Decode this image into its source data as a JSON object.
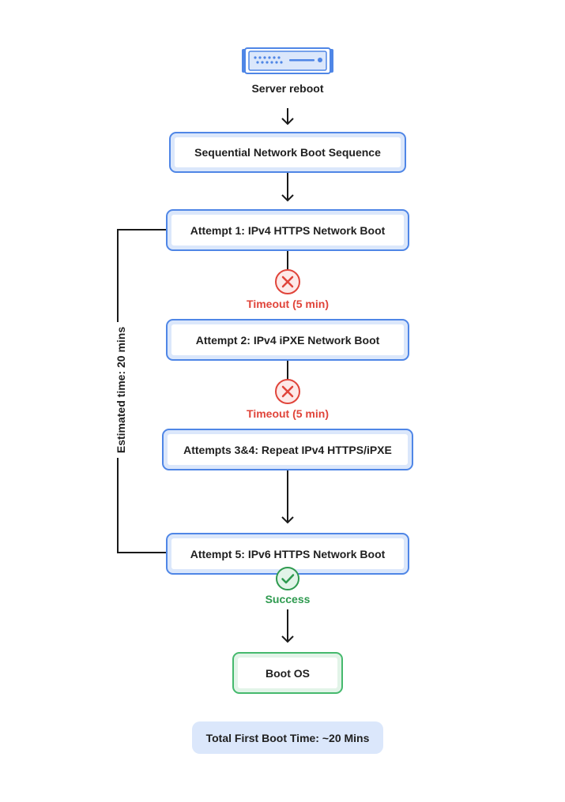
{
  "title": "Server reboot",
  "nodes": {
    "sequence": "Sequential Network Boot Sequence",
    "attempt1": "Attempt 1: IPv4 HTTPS Network Boot",
    "attempt2": "Attempt 2: IPv4 iPXE Network Boot",
    "attempt34": "Attempts 3&4: Repeat IPv4 HTTPS/iPXE",
    "attempt5": "Attempt 5: IPv6 HTTPS Network Boot",
    "boot_os": "Boot OS"
  },
  "outcomes": {
    "timeout1": "Timeout (5 min)",
    "timeout2": "Timeout (5 min)",
    "success": "Success"
  },
  "side_label": "Estimated time: 20 mins",
  "total": "Total First Boot Time: ~20 Mins",
  "colors": {
    "accent_blue": "#4f86e6",
    "error_red": "#e0443a",
    "success_green": "#2e9a4f"
  }
}
